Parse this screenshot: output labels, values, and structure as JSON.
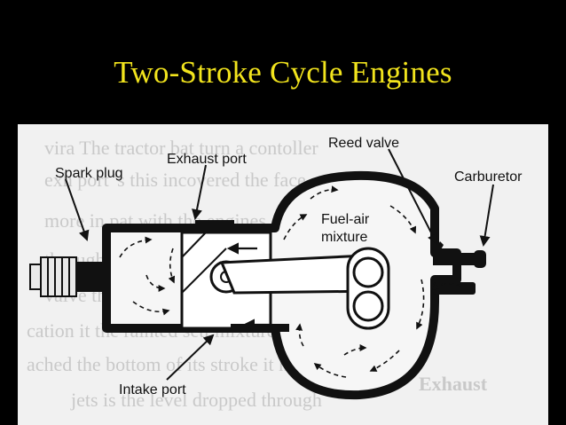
{
  "slide": {
    "title": "Two-Stroke Cycle Engines",
    "title_color": "#f2e41d",
    "background_color": "#000000"
  },
  "diagram": {
    "labels": {
      "spark_plug": "Spark plug",
      "exhaust_port": "Exhaust port",
      "reed_valve": "Reed valve",
      "carburetor": "Carburetor",
      "fuel_air_line1": "Fuel-air",
      "fuel_air_line2": "mixture",
      "intake_port": "Intake port"
    },
    "background_text": [
      "vira The tractor bat turn a contoller",
      "exh port 's this incovered the face-gt",
      "more in pat with the engines as",
      "through the pressure increasing",
      "valve the the lubricate the sealed",
      "cation it the rainted sett mixture",
      "ached the bottom of its stroke it has",
      "jets is the level dropped through",
      "Exhaust"
    ]
  }
}
